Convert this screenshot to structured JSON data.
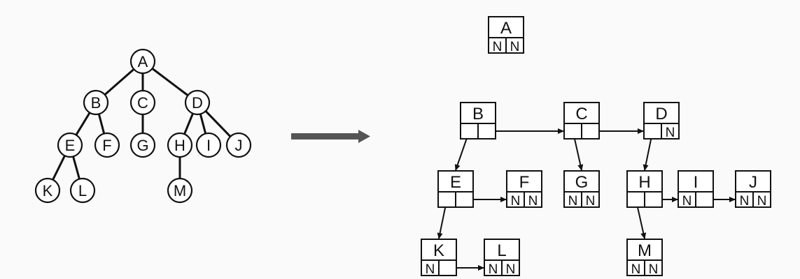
{
  "tree": {
    "nodes": [
      "A",
      "B",
      "C",
      "D",
      "E",
      "F",
      "G",
      "H",
      "I",
      "J",
      "K",
      "L",
      "M"
    ],
    "edges": [
      [
        "A",
        "B"
      ],
      [
        "A",
        "C"
      ],
      [
        "A",
        "D"
      ],
      [
        "B",
        "E"
      ],
      [
        "B",
        "F"
      ],
      [
        "C",
        "G"
      ],
      [
        "D",
        "H"
      ],
      [
        "D",
        "I"
      ],
      [
        "D",
        "J"
      ],
      [
        "E",
        "K"
      ],
      [
        "E",
        "L"
      ],
      [
        "H",
        "M"
      ]
    ]
  },
  "arrow_icon": "right-arrow-icon",
  "linked": {
    "null_marker": "N",
    "cells": [
      {
        "id": "A",
        "child": "N",
        "sibling": "N"
      },
      {
        "id": "B",
        "child": "E",
        "sibling": "C"
      },
      {
        "id": "C",
        "child": "G",
        "sibling": "D"
      },
      {
        "id": "D",
        "child": "H",
        "sibling": "N"
      },
      {
        "id": "E",
        "child": "K",
        "sibling": "F"
      },
      {
        "id": "F",
        "child": "N",
        "sibling": "N"
      },
      {
        "id": "G",
        "child": "N",
        "sibling": "N"
      },
      {
        "id": "H",
        "child": "M",
        "sibling": "I"
      },
      {
        "id": "I",
        "child": "N",
        "sibling": "J"
      },
      {
        "id": "J",
        "child": "N",
        "sibling": "N"
      },
      {
        "id": "K",
        "child": "N",
        "sibling": "L"
      },
      {
        "id": "L",
        "child": "N",
        "sibling": "N"
      },
      {
        "id": "M",
        "child": "N",
        "sibling": "N"
      }
    ]
  }
}
